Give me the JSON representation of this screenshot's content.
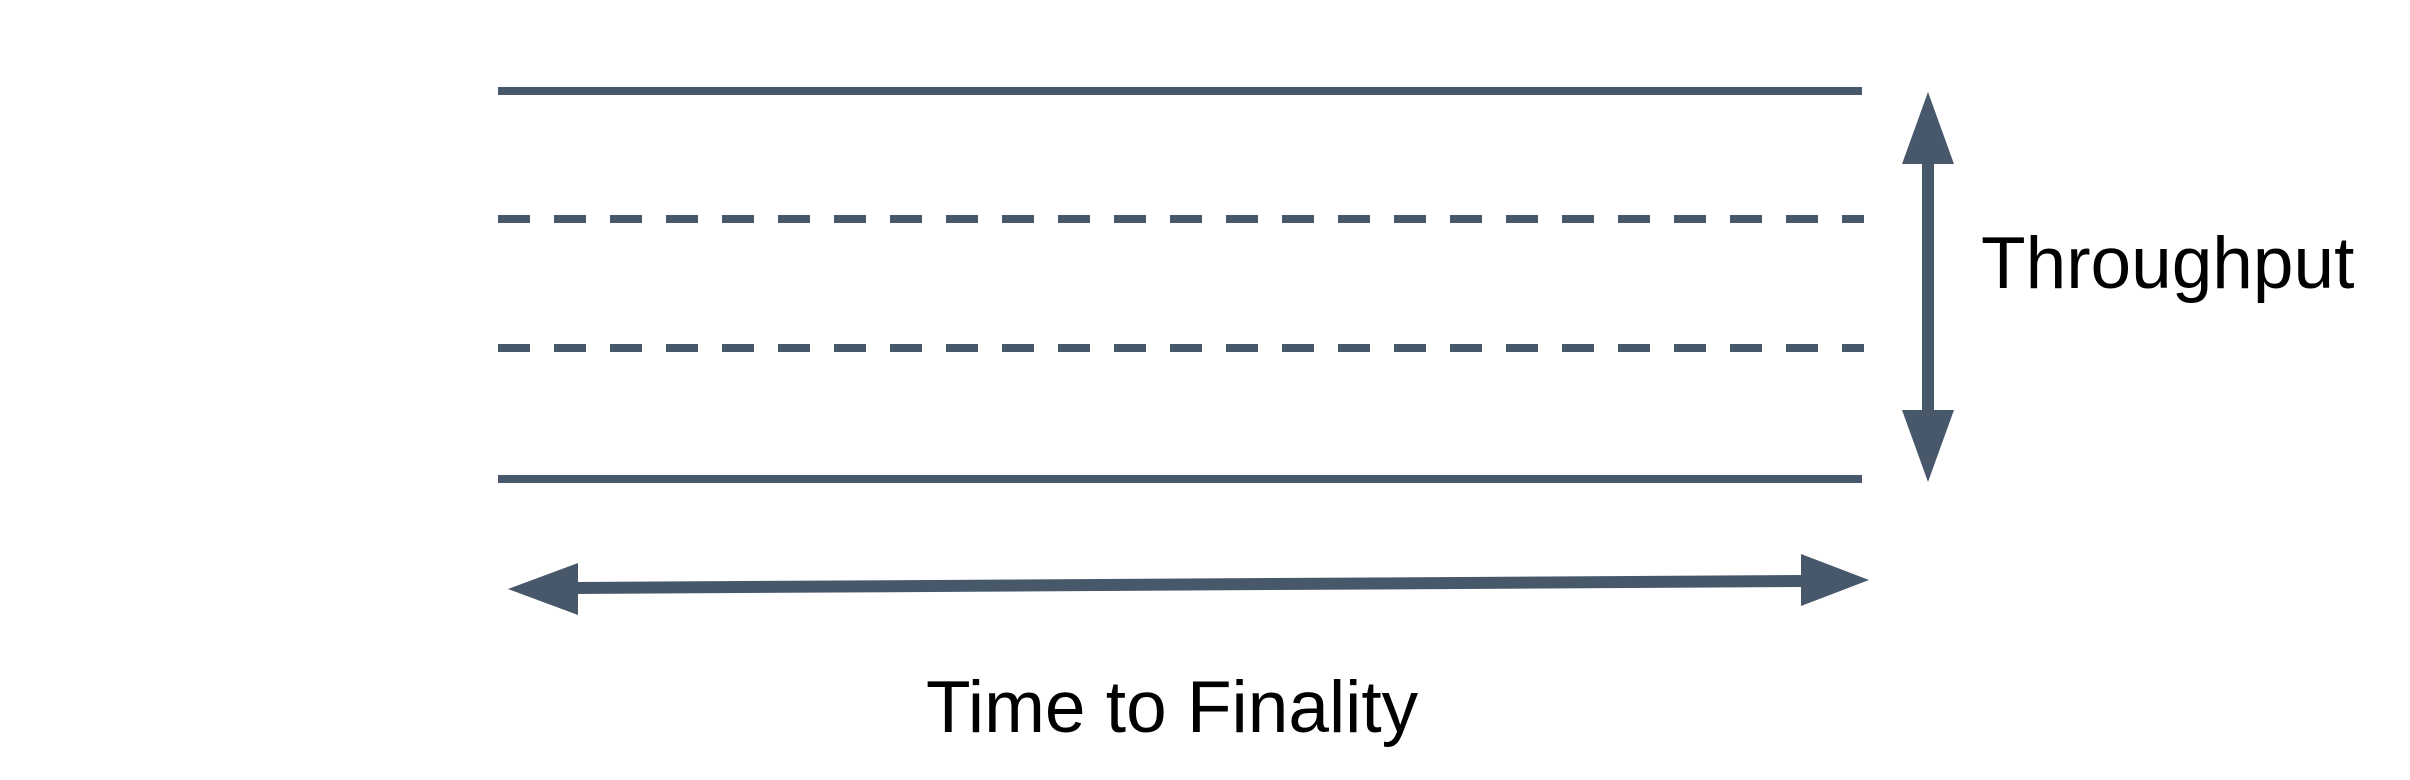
{
  "diagram": {
    "background_color": "#ffffff",
    "line_color": "#47586b",
    "text_color": "#000000",
    "labels": {
      "vertical_axis": "Throughput",
      "horizontal_axis": "Time to Finality"
    },
    "lanes": [
      {
        "style": "solid"
      },
      {
        "style": "dashed"
      },
      {
        "style": "dashed"
      },
      {
        "style": "solid"
      }
    ]
  }
}
